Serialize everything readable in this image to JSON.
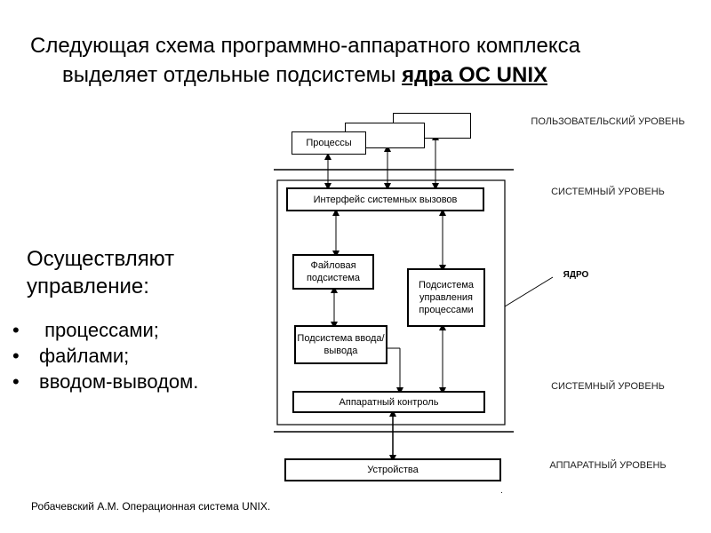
{
  "title": {
    "line1": "Следующая схема программно-аппаратного комплекса",
    "line2_prefix": "выделяет отдельные подсистемы ",
    "line2_highlight": "ядра ОС UNIX"
  },
  "left": {
    "heading_line1": "Осуществляют",
    "heading_line2": "управление:",
    "bullets": [
      " процессами;",
      "файлами;",
      "вводом-выводом."
    ]
  },
  "diagram": {
    "processes": "Процессы",
    "syscall_interface": "Интерфейс системных вызовов",
    "file_subsystem": "Файловая подсистема",
    "process_control": "Подсистема управления процессами",
    "io_subsystem": "Подсистема ввода/вывода",
    "hardware_control": "Аппаратный контроль",
    "devices": "Устройства",
    "levels": {
      "user": "ПОЛЬЗОВАТЕЛЬСКИЙ УРОВЕНЬ",
      "system_top": "СИСТЕМНЫЙ УРОВЕНЬ",
      "kernel": "ЯДРО",
      "system_bottom": "СИСТЕМНЫЙ УРОВЕНЬ",
      "hardware": "АППАРАТНЫЙ УРОВЕНЬ"
    }
  },
  "citation": "Робачевский А.М. Операционная система UNIX."
}
